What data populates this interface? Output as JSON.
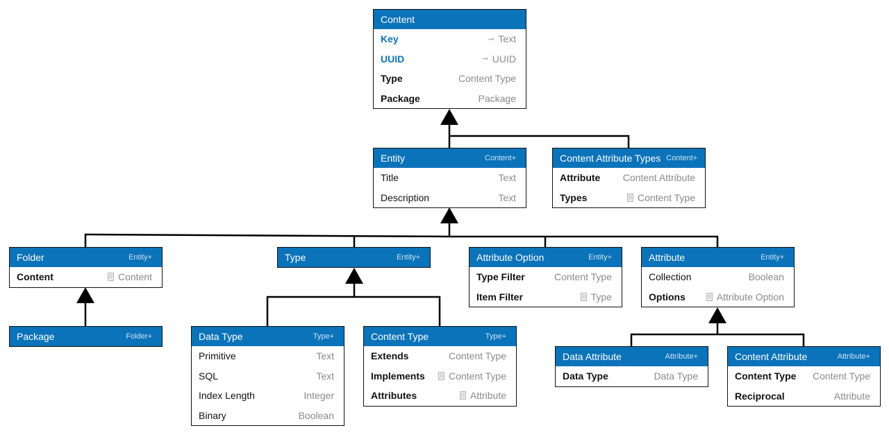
{
  "colors": {
    "header": "#0b73b9",
    "key_field": "#0b73b9",
    "type_text": "#8a8a8a",
    "border": "#111111"
  },
  "boxes": {
    "content": {
      "title": "Content",
      "tag": "",
      "fields": [
        {
          "name": "Key",
          "type": "Text",
          "style": "key",
          "icon": "key-icon"
        },
        {
          "name": "UUID",
          "type": "UUID",
          "style": "key",
          "icon": "key-icon"
        },
        {
          "name": "Type",
          "type": "Content Type",
          "style": "bold",
          "icon": ""
        },
        {
          "name": "Package",
          "type": "Package",
          "style": "bold",
          "icon": ""
        }
      ]
    },
    "entity": {
      "title": "Entity",
      "tag": "Content+",
      "fields": [
        {
          "name": "Title",
          "type": "Text",
          "style": "normal",
          "icon": ""
        },
        {
          "name": "Description",
          "type": "Text",
          "style": "normal",
          "icon": ""
        }
      ]
    },
    "content_attribute_types": {
      "title": "Content Attribute Types",
      "tag": "Content+",
      "fields": [
        {
          "name": "Attribute",
          "type": "Content Attribute",
          "style": "bold",
          "icon": ""
        },
        {
          "name": "Types",
          "type": "Content Type",
          "style": "bold",
          "icon": "document-icon"
        }
      ]
    },
    "folder": {
      "title": "Folder",
      "tag": "Entity+",
      "fields": [
        {
          "name": "Content",
          "type": "Content",
          "style": "bold",
          "icon": "document-icon"
        }
      ]
    },
    "package": {
      "title": "Package",
      "tag": "Folder+",
      "fields": []
    },
    "type": {
      "title": "Type",
      "tag": "Entity+",
      "fields": []
    },
    "attribute_option": {
      "title": "Attribute Option",
      "tag": "Entity+",
      "fields": [
        {
          "name": "Type Filter",
          "type": "Content Type",
          "style": "bold",
          "icon": ""
        },
        {
          "name": "Item Filter",
          "type": "Type",
          "style": "bold",
          "icon": "document-icon"
        }
      ]
    },
    "attribute": {
      "title": "Attribute",
      "tag": "Entity+",
      "fields": [
        {
          "name": "Collection",
          "type": "Boolean",
          "style": "normal",
          "icon": ""
        },
        {
          "name": "Options",
          "type": "Attribute Option",
          "style": "bold",
          "icon": "document-icon"
        }
      ]
    },
    "data_type": {
      "title": "Data Type",
      "tag": "Type+",
      "fields": [
        {
          "name": "Primitive",
          "type": "Text",
          "style": "normal",
          "icon": ""
        },
        {
          "name": "SQL",
          "type": "Text",
          "style": "normal",
          "icon": ""
        },
        {
          "name": "Index Length",
          "type": "Integer",
          "style": "normal",
          "icon": ""
        },
        {
          "name": "Binary",
          "type": "Boolean",
          "style": "normal",
          "icon": ""
        }
      ]
    },
    "content_type": {
      "title": "Content Type",
      "tag": "Type+",
      "fields": [
        {
          "name": "Extends",
          "type": "Content Type",
          "style": "bold",
          "icon": ""
        },
        {
          "name": "Implements",
          "type": "Content Type",
          "style": "bold",
          "icon": "document-icon"
        },
        {
          "name": "Attributes",
          "type": "Attribute",
          "style": "bold",
          "icon": "document-icon"
        }
      ]
    },
    "data_attribute": {
      "title": "Data Attribute",
      "tag": "Attribute+",
      "fields": [
        {
          "name": "Data Type",
          "type": "Data Type",
          "style": "bold",
          "icon": ""
        }
      ]
    },
    "content_attribute": {
      "title": "Content Attribute",
      "tag": "Attribute+",
      "fields": [
        {
          "name": "Content Type",
          "type": "Content Type",
          "style": "bold",
          "icon": ""
        },
        {
          "name": "Reciprocal",
          "type": "Attribute",
          "style": "bold",
          "icon": ""
        }
      ]
    }
  }
}
